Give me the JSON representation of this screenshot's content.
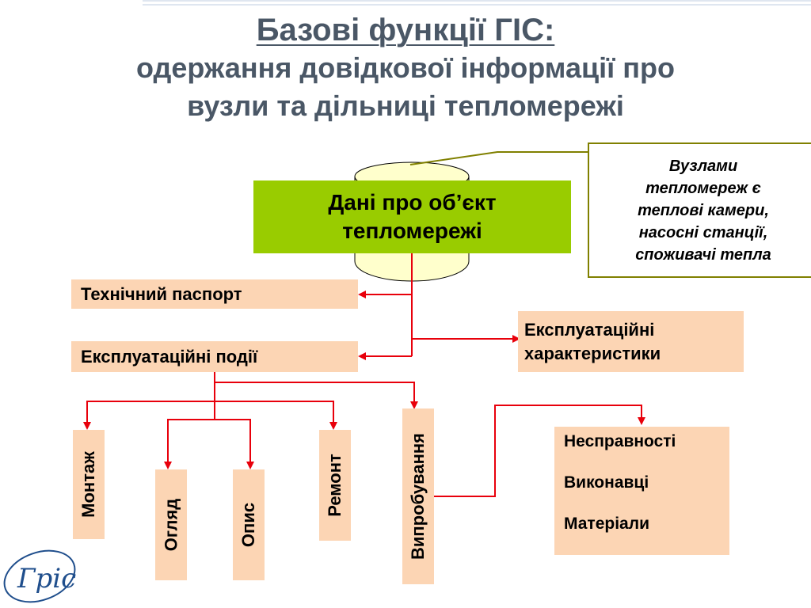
{
  "title": {
    "line1": "Базові функції ГІС:",
    "line2": "одержання   довідкової інформації про",
    "line3": "вузли та дільниці тепломережі"
  },
  "diagram": {
    "main": {
      "line1": "Дані про об’єкт",
      "line2": "тепломережі"
    },
    "note": {
      "line1": "Вузлами",
      "line2": "тепломереж є",
      "line3": "теплові камери,",
      "line4": "насосні станції,",
      "line5": "споживачі тепла"
    },
    "passport": "Технічний паспорт",
    "events": "Експлуатаційні події",
    "characteristics": {
      "line1": "Експлуатаційні",
      "line2": "характеристики"
    },
    "event_types": [
      "Монтаж",
      "Огляд",
      "Опис",
      "Ремонт",
      "Випробування"
    ],
    "test_details": [
      "Несправності",
      "Виконавці",
      "Матеріали"
    ]
  },
  "colors": {
    "title": "#4a5766",
    "main_fill": "#99cc00",
    "box_fill": "#fcd5b4",
    "arrow": "#e8000b",
    "note_border": "#808000",
    "cylinder": "#ffffcc"
  },
  "logo": {
    "text": "Гріс"
  }
}
